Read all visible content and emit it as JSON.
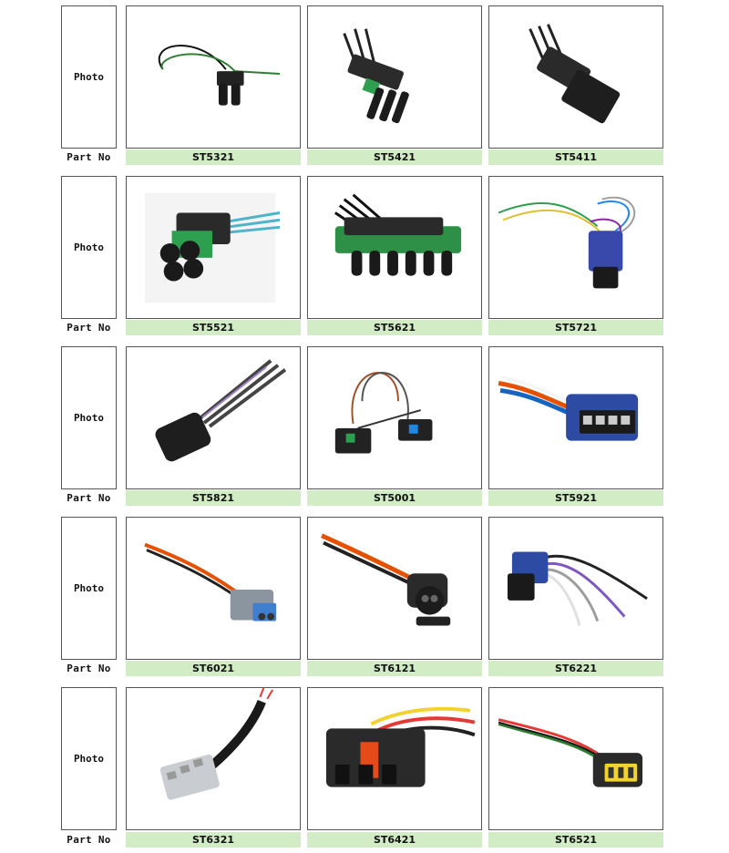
{
  "labels": {
    "photo": "Photo",
    "part_no": "Part No"
  },
  "rows": [
    {
      "parts": [
        "ST5321",
        "ST5421",
        "ST5411"
      ]
    },
    {
      "parts": [
        "ST5521",
        "ST5621",
        "ST5721"
      ]
    },
    {
      "parts": [
        "ST5821",
        "ST5001",
        "ST5921"
      ]
    },
    {
      "parts": [
        "ST6021",
        "ST6121",
        "ST6221"
      ]
    },
    {
      "parts": [
        "ST6321",
        "ST6421",
        "ST6521"
      ]
    }
  ]
}
